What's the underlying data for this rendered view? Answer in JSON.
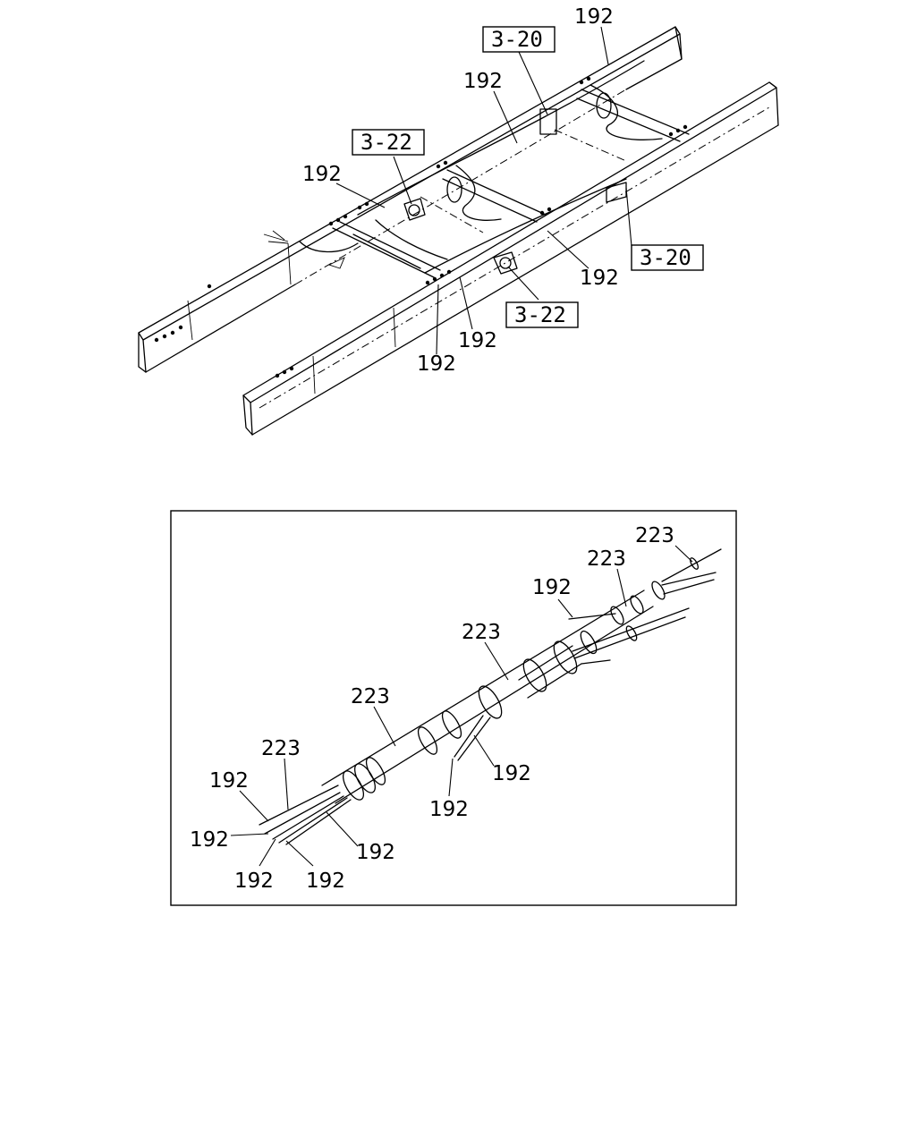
{
  "chassis_view": {
    "callouts": [
      {
        "id": "c1",
        "text": "192"
      },
      {
        "id": "c2",
        "text": "192"
      },
      {
        "id": "c3",
        "text": "192"
      },
      {
        "id": "c4",
        "text": "192"
      },
      {
        "id": "c5",
        "text": "192"
      },
      {
        "id": "c6",
        "text": "192"
      }
    ],
    "ref_boxes": [
      {
        "id": "r1",
        "text": "3-20"
      },
      {
        "id": "r2",
        "text": "3-22"
      },
      {
        "id": "r3",
        "text": "3-20"
      },
      {
        "id": "r4",
        "text": "3-22"
      }
    ]
  },
  "harness_detail": {
    "callouts": [
      {
        "id": "h1",
        "text": "223"
      },
      {
        "id": "h2",
        "text": "223"
      },
      {
        "id": "h3",
        "text": "192"
      },
      {
        "id": "h4",
        "text": "223"
      },
      {
        "id": "h5",
        "text": "223"
      },
      {
        "id": "h6",
        "text": "223"
      },
      {
        "id": "h7",
        "text": "192"
      },
      {
        "id": "h8",
        "text": "192"
      },
      {
        "id": "h9",
        "text": "192"
      },
      {
        "id": "h10",
        "text": "192"
      },
      {
        "id": "h11",
        "text": "192"
      },
      {
        "id": "h12",
        "text": "192"
      },
      {
        "id": "h13",
        "text": "192"
      }
    ]
  }
}
